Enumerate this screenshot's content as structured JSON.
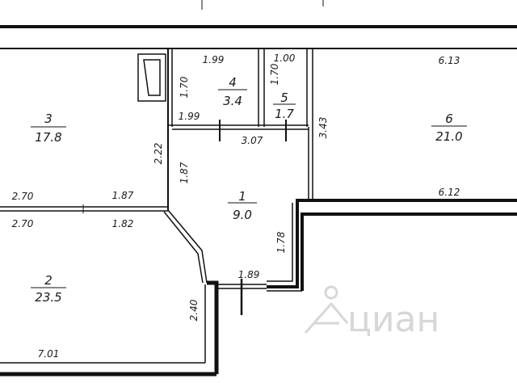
{
  "rooms": [
    {
      "number": "1",
      "area": "9.0"
    },
    {
      "number": "2",
      "area": "23.5"
    },
    {
      "number": "3",
      "area": "17.8"
    },
    {
      "number": "4",
      "area": "3.4"
    },
    {
      "number": "5",
      "area": "1.7"
    },
    {
      "number": "6",
      "area": "21.0"
    }
  ],
  "dimensions": {
    "room4_top": "1.99",
    "room4_bottom": "1.99",
    "room4_side": "1.70",
    "room5_top": "1.00",
    "room5_side": "1.70",
    "room6_top": "6.13",
    "room6_bottom": "6.12",
    "room6_side": "3.43",
    "room1_top": "3.07",
    "room1_left": "1.87",
    "room1_right": "1.78",
    "room1_bottom": "1.89",
    "wall_left_upper": "2.22",
    "room3_bottom_left": "2.70",
    "room3_bottom_right": "1.87",
    "room2_top_left": "2.70",
    "room2_top_right": "1.82",
    "room2_right": "2.40",
    "room2_bottom": "7.01"
  },
  "watermark": {
    "text": "циан",
    "icon": "cian-logo-icon"
  }
}
